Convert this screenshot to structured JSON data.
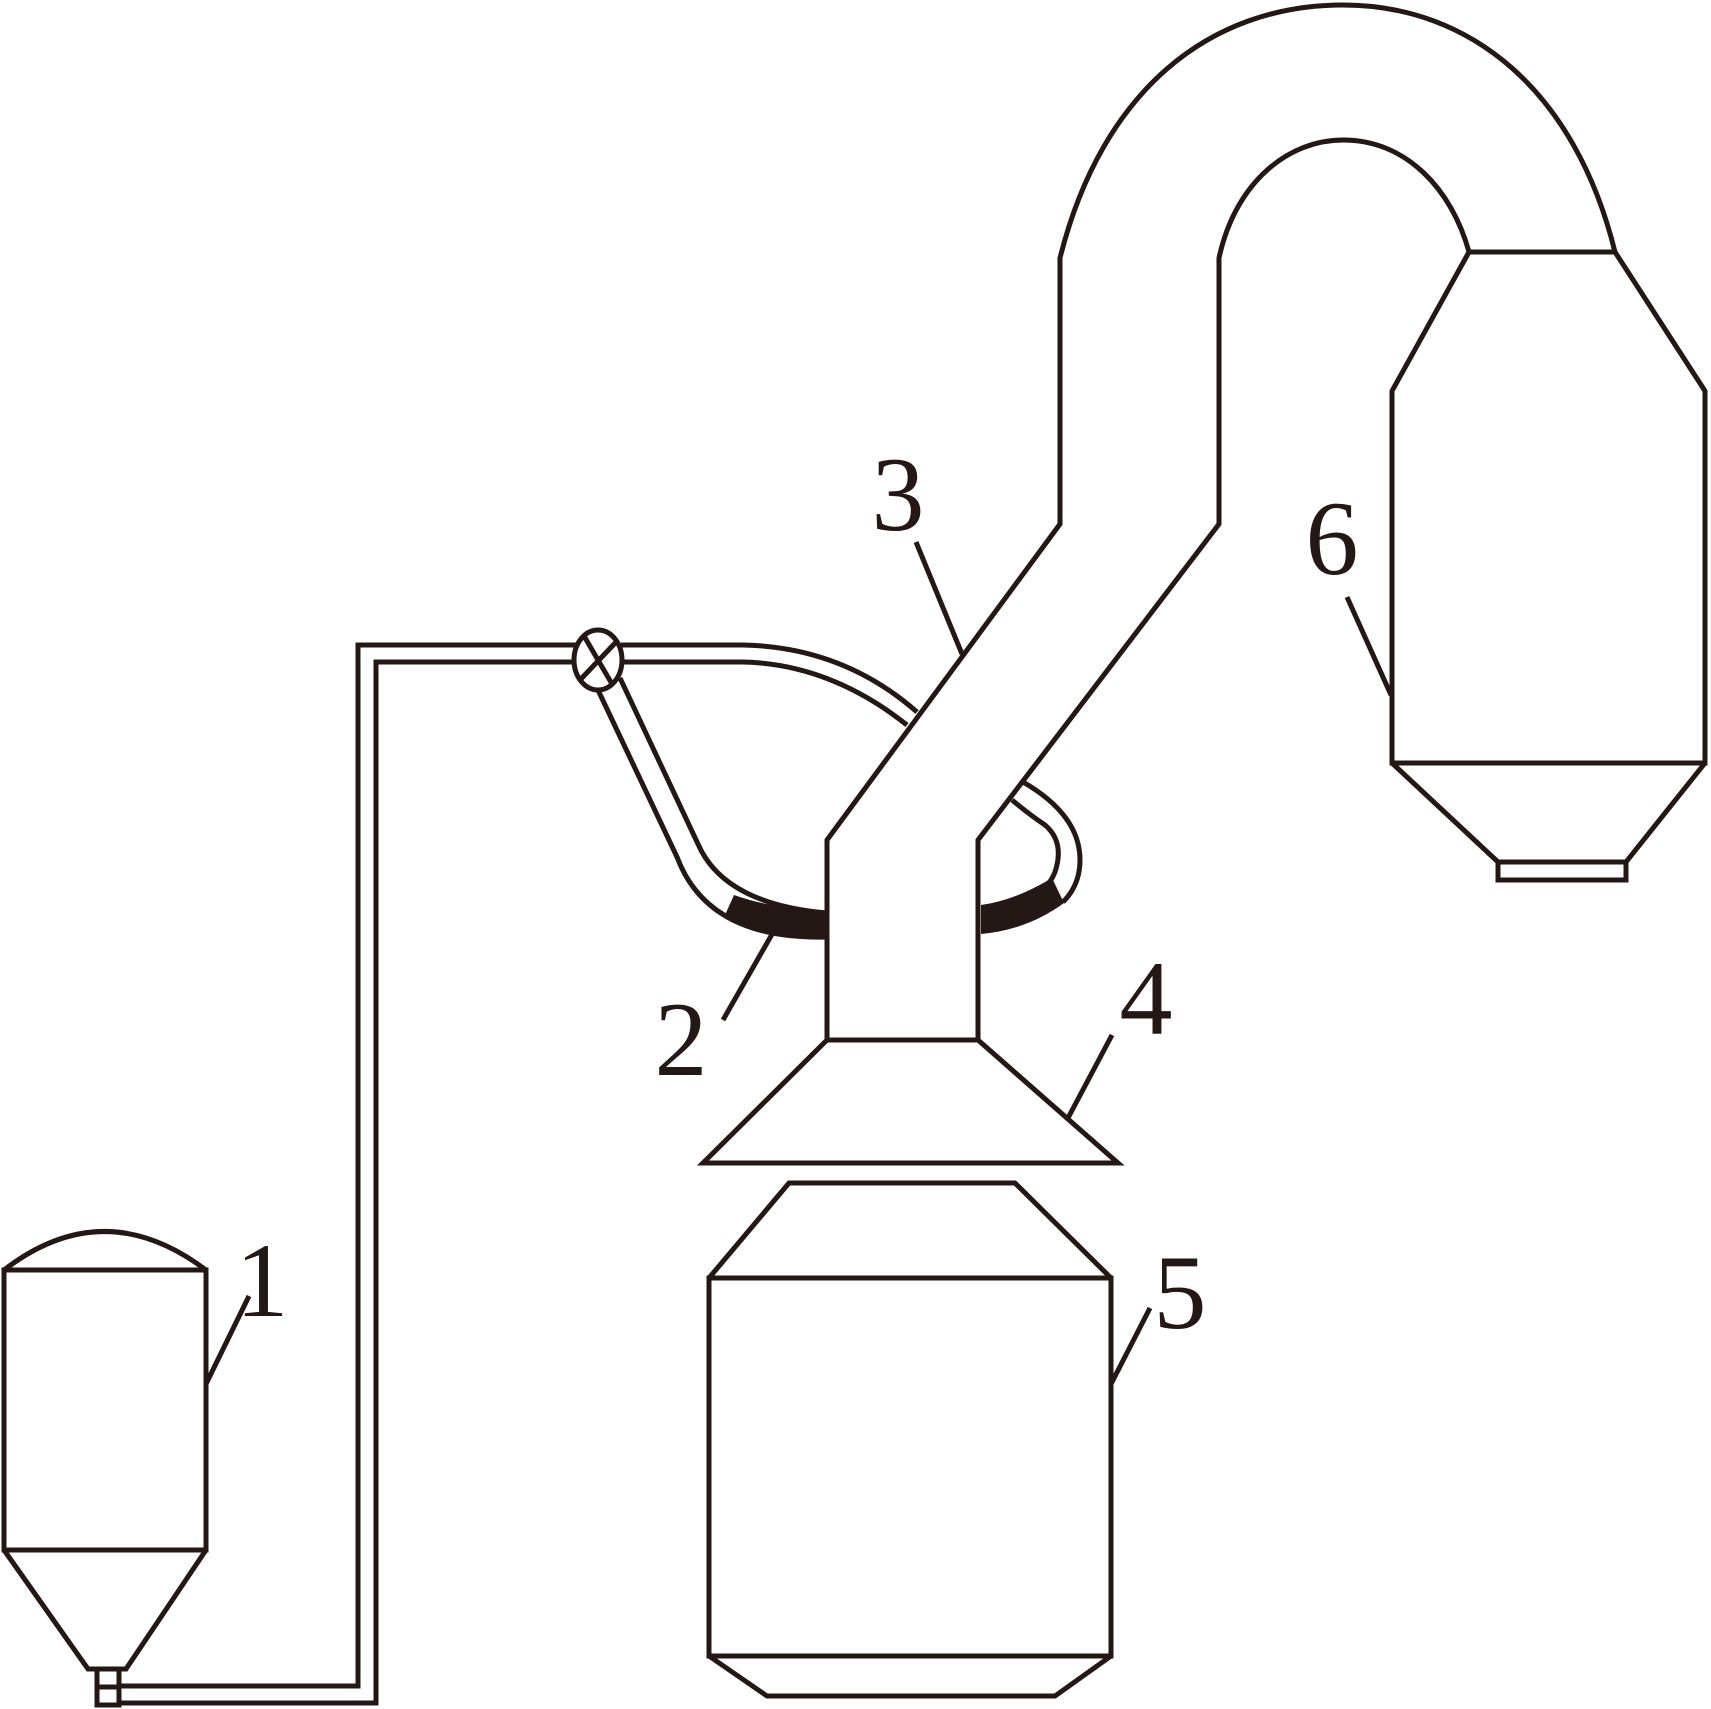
{
  "colors": {
    "line": "#231815",
    "nozzle_fill": "#c8c9c9",
    "background": "#ffffff"
  },
  "labels": {
    "l1": "1",
    "l2": "2",
    "l3": "3",
    "l4": "4",
    "l5": "5",
    "l6": "6"
  }
}
